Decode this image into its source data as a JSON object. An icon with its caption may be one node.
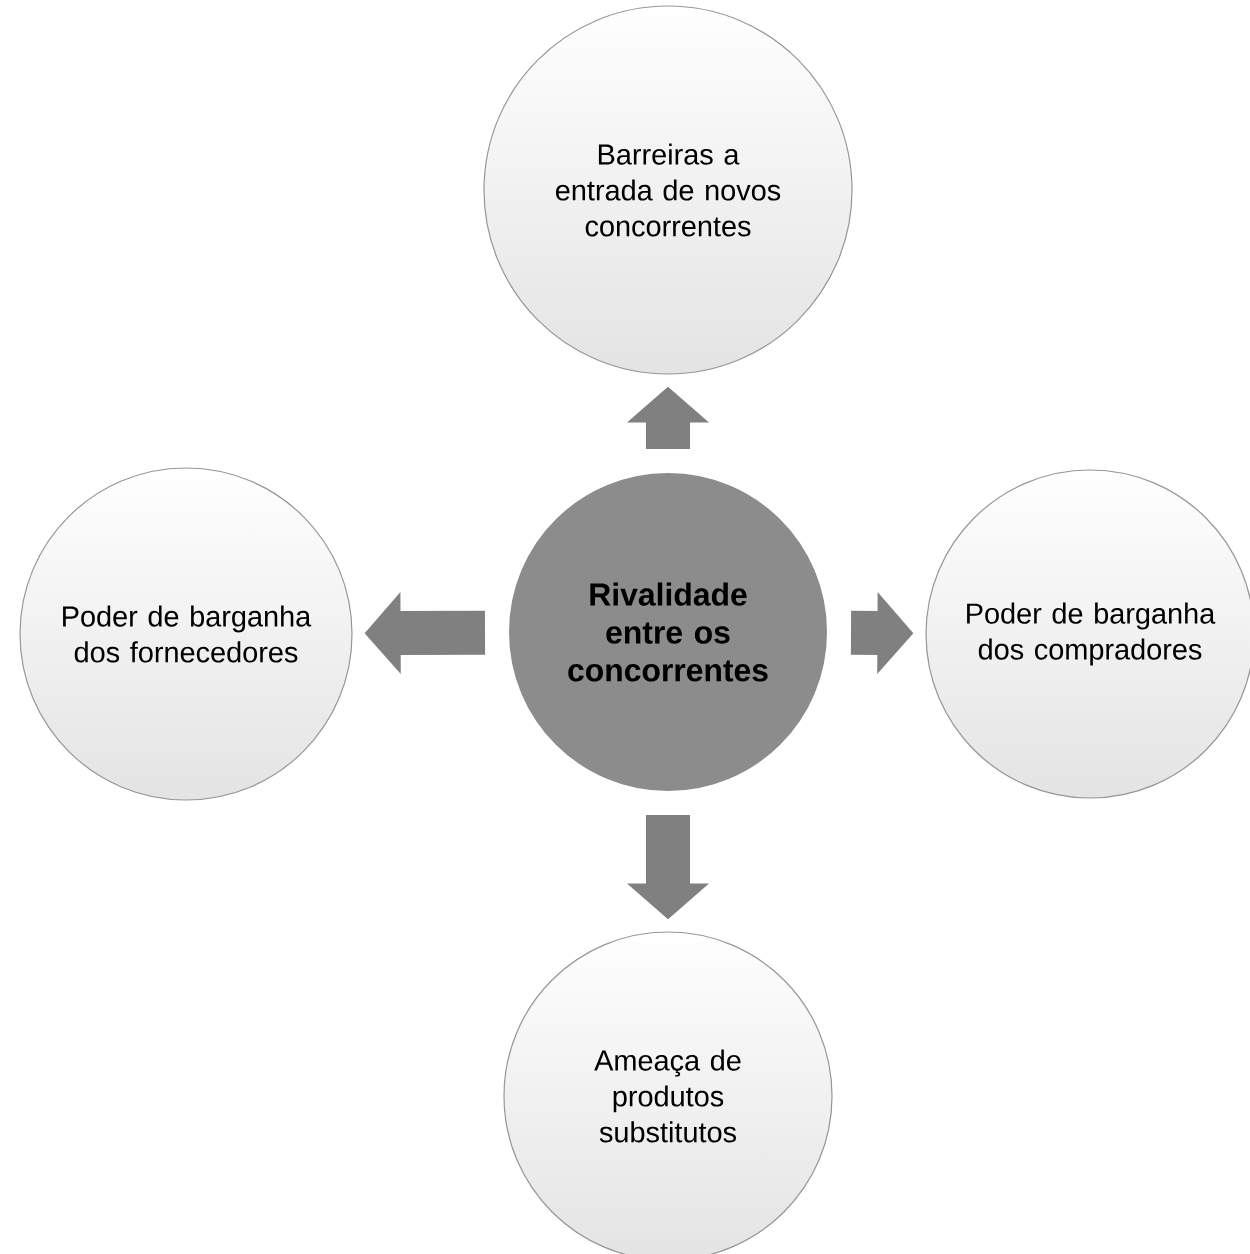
{
  "diagram": {
    "nodes": [
      {
        "text": [
          "Rivalidade entre os concorrentes"
        ]
      },
      {
        "text": [
          "Barreiras a entrada de novos concorrentes"
        ]
      },
      {
        "text": [
          "Poder de barganha dos fornecedores"
        ]
      },
      {
        "text": [
          "Poder de barganha dos compradores"
        ]
      },
      {
        "text": [
          "Ameaça de produtos substitutos"
        ]
      }
    ],
    "edges": [
      {
        "from": 0,
        "to": 1,
        "arrow": "to"
      },
      {
        "from": 0,
        "to": 2,
        "arrow": "to"
      },
      {
        "from": 0,
        "to": 3,
        "arrow": "to"
      },
      {
        "from": 0,
        "to": 4,
        "arrow": "to"
      }
    ]
  }
}
